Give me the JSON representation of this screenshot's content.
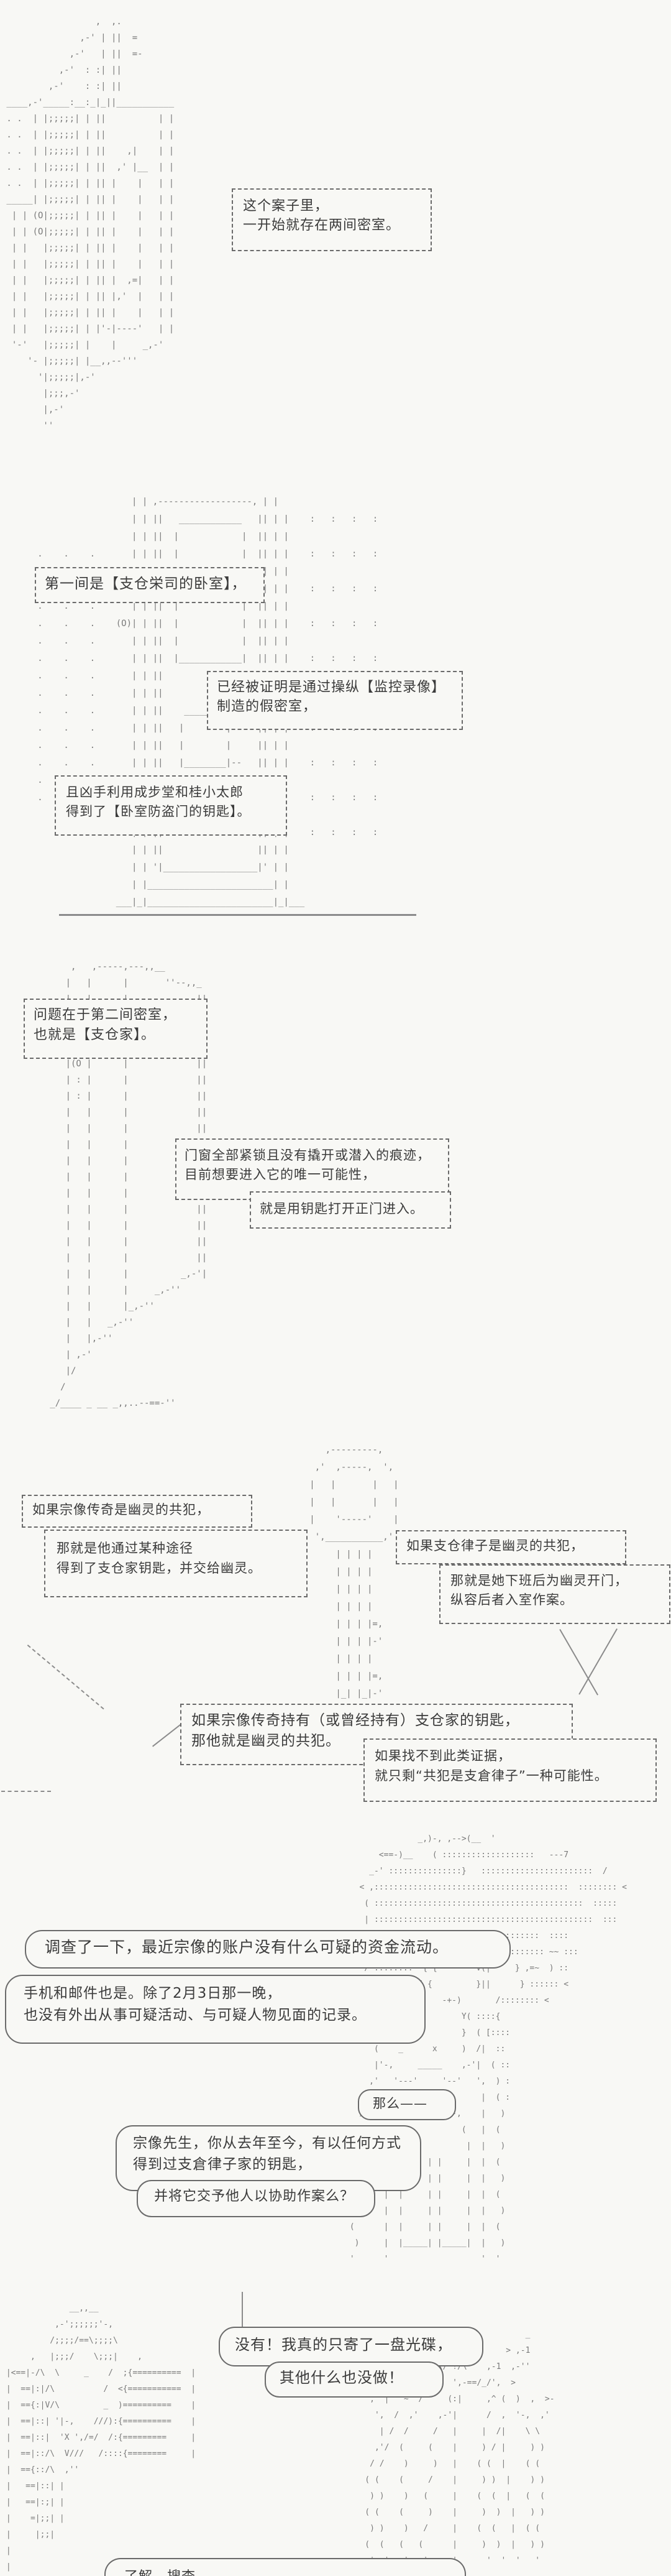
{
  "colors": {
    "paper": "#f8f8f5",
    "ink": "#7a7a7a",
    "text": "#3b3b3b",
    "box_border": "#6a6a6a"
  },
  "sections": {
    "intro": {
      "narration": "这个案子里，\n一开始就存在两间密室。"
    },
    "room1": {
      "label": "第一间是【支仓栄司的卧室】，",
      "camera_note": "已经被证明是通过操纵【监控录像】\n制造的假密室，",
      "key_note": "且凶手利用成步堂和桂小太郎\n得到了【卧室防盗门的钥匙】。"
    },
    "room2": {
      "label": "问题在于第二间密室，\n也就是【支仓家】。",
      "locked_note": "门窗全部紧锁且没有撬开或潜入的痕迹，\n目前想要进入它的唯一可能性，",
      "enter_note": "就是用钥匙打开正门进入。"
    },
    "hypothesis": {
      "left_if": "如果宗像传奇是幽灵的共犯，",
      "left_then": "那就是他通过某种途径\n得到了支仓家钥匙，并交给幽灵。",
      "right_if": "如果支仓律子是幽灵的共犯，",
      "right_then": "那就是她下班后为幽灵开门，\n纵容后者入室作案。",
      "center_if": "如果宗像传奇持有（或曾经持有）支仓家的钥匙，\n那他就是幽灵的共犯。",
      "center_else": "如果找不到此类证据，\n就只剩“共犯是支倉律子”一种可能性。"
    },
    "interrogation": {
      "report1": "调查了一下，最近宗像的账户没有什么可疑的资金流动。",
      "report2": "手机和邮件也是。除了2月3日那一晚，\n也没有外出从事可疑活动、与可疑人物见面的记录。",
      "lead_in": "那么——",
      "question1": "宗像先生，你从去年至今，有以任何方式\n得到过支倉律子家的钥匙，",
      "question2": "并将它交予他人以协助作案么？"
    },
    "denial": {
      "answer1": "没有！我真的只寄了一盘光碟，",
      "answer2": "其他什么也没做！",
      "reply_partial": "了解，搜查……"
    }
  },
  "ascii_art": {
    "door_open": "                  ,  ,.\n               ,-' | ||  =\n             ,-'   | ||  =-\n           ,-'  : :| ||\n         ,-'    : :| ||\n ____,-'_____:__:_|_||___________\n . .  | |;;;;;| | ||          | |\n . .  | |;;;;;| | ||          | |\n . .  | |;;;;;| | ||    ,|    | |\n . .  | |;;;;;| | ||  ,' |__  | |\n . .  | |;;;;;| | || |    |   | |\n _____| |;;;;;| | || |    |   | |\n  | | (O|;;;;;| | || |    |   | |\n  | | (O|;;;;;| | || |    |   | |\n  | |   |;;;;;| | || |    |   | |\n  | |   |;;;;;| | || |    |   | |\n  | |   |;;;;;| | || |  ,=|   | |\n  | |   |;;;;;| | || |,'  |   | |\n  | |   |;;;;;| | || |    |   | |\n  | |   |;;;;;| | |'-|----'   | |\n  '-'   |;;;;;| |    |     _,-'\n     '- |;;;;;| |__,,--'''\n       '|;;;;;|,-'\n        |;;;,-'\n        |,-'\n        ''",
    "door_front": "                     | | ,------------------, | |\n                     | | ||   ____________   || | |    :   :   :   :\n                     | | ||  |            |  || | |\n   .    .    .       | | ||  |            |  || | |    :   :   :   :\n   .    .    .       | | ||  |            |  || | |\n   .    .    .       | | ||  |            |  || | |    :   :   :   :\n   .    .    .       | | ||  |            |  || | |\n   .    .    .    (O)| | ||  |            |  || | |    :   :   :   :\n   .    .    .       | | ||  |            |  || | |\n   .    .    .       | | ||  |____________|  || | |    :   :   :   :\n   .    .    .       | | ||                  || | |\n   .    .    .       | | ||                  || | |    :   :   :   :\n   .    .    .       | | ||    ________      || | |\n   .    .    .       | | ||   |        |     || | |    :   :   :   :\n   .    .    .       | | ||   |        |     || | |\n   .    .    .       | | ||   |________|--   || | |    :   :   :   :\n   .    .    .       | | ||                  || | |\n   .    .    .       | | ||                  || | |    :   :   :   :\n                     | | ||                  || | |\n                     | | ||                  || | |    :   :   :   :\n                     | | ||                  || | |\n                     | | '|__________________|' | |\n                     | |________________________| |\n                  ___|_|________________________|_|___",
    "door_angled": "       ,   ,-----,---,,__\n      |   |      |       ''--,,_\n      |   |      |             ||\n      |   |      |             ||\n      | : |      |             ||\n      | : |      |             ||\n      |(O |      |             ||\n      | : |      |             ||\n      | : |      |             ||\n      |   |      |             ||\n      |   |      |             ||\n      |   |      |             ||\n      |   |      |             ||\n      |   |      |             ||\n      |   |      |             ||\n      |   |      |             ||\n      |   |      |             ||\n      |   |      |             ||\n      |   |      |             ||\n      |   |      |          _,-'|\n      |   |      |     _,-''\n      |   |      |_,-''\n      |   |   _,-''\n      |   |,-''\n      | ,-'\n      |/\n     /\n   _/____ _ __ _,,..--==-''",
    "key": "      ,---------,\n    ,'  ,-----,  ',\n   |   |       |   |\n   |   |       |   |\n   |    '-----'    |\n    ',___________,'\n        | | | |\n        | | | |\n        | | | |\n        | | | |\n        | | | |=,\n        | | | |-'\n        | | | |\n        | | | |=,\n        |_| |_|-'",
    "detective": "               _,)-, ,-->(__  '\n       <==-)__    ( :::::::::::::::::::   ---7\n     _-' :::::::::::::::}   :::::::::::::::::::::::  /\n   < ,::::::::::::::::::::::::::::::::::::::::  :::::::: <\n    ( :::::::::::::::::::::::::::::::::::::::::::  :::::\n    | :::::::::::::::::::::::::::::::::::::::::::::  :::\n    | ::::::::::::::   /|/~|   :::::::::  ::::\n    } ::::::::::  [/|/|  /|/]  :::::::::: ~~ :::\n    / ::::::::  { {        V(|     } ,=~  ) ::\n   } ::::::::  { {         }||      } :::::: <\n   ]|-,    (  (     -+-)       /:::::::: <\n    ||,+=---            Y( ::::{\n     )//                }  ( [::::\n      (    _      x     )  /|  ::\n      |'-,     _____    ,-'|  ( ::\n     ,'   '---'     '--'   ',  ) :\n    /   |                   |  ( :\n   /    |    ,---------,    |   )\n  (     |   /           (   |  (\n  )     |  |             |  |   )\n (      |  |     | |     |  |  (\n  )     |  |     | |     |  |   )\n (      |  |     | |     |  |  (\n  )     |  |     | |     |  |   )\n (      |  |     | |     |  |  (\n  )     |  |_____| |_____|  |   )\n '      '                   '  '",
    "witness_left": "              __,,__\n           ,-';;;;;;'-,\n          /;;;;/==\\;;;;\\\n      ,   |;;;/    \\;;;|    ,\n |<==|-/\\  \\     _    /  ;{==========  |\n |  ==|:|/\\          /  <{===========  |\n |  =={:|V/\\         _  )==========    |\n |  ==|::| '|-,    ///):{==========    |\n |  ==|::|  'X ',/=/  /:{=========     |\n |  ==|::/\\  V///   /::::{========     |\n |  =={::/\\  ,''\n |   ==|::| |\n |   ==|:;| |\n |    =|;;| |\n |     |;;|\n |\n |",
    "witness_right": "            ,                        _\n    \\       7>-,)  y_> <T/\\      > ,-1\n     '-   /,--='L'C\\/`!/\\    ,-1  ,-''\n      ',   >/   /,|   ',-==/_/',  >\n     ,  |   ~''/     (:|     ,^ (  )  ,  >-\n      ',  /  ,'    ,-'|      /  ,  '-,  ,'\n       | /  /     /   |     |  /|    \\ \\\n      ,'/  (     (    |     ) / |     ) )\n     / /    )     )   |    ( (  |    ( (\n    ( (    (     /    |     ) )  |    ) )\n     ) )    )   (     |    (  (  |   (  (\n    ( (    (     )    |     )  )  |   ) )\n     ) )    )   /     |    (  (   |  ( (\n    (  (   (   (      |     )  )  |   ) )\n     '  '   '   '     '      '  '  '   '"
  }
}
